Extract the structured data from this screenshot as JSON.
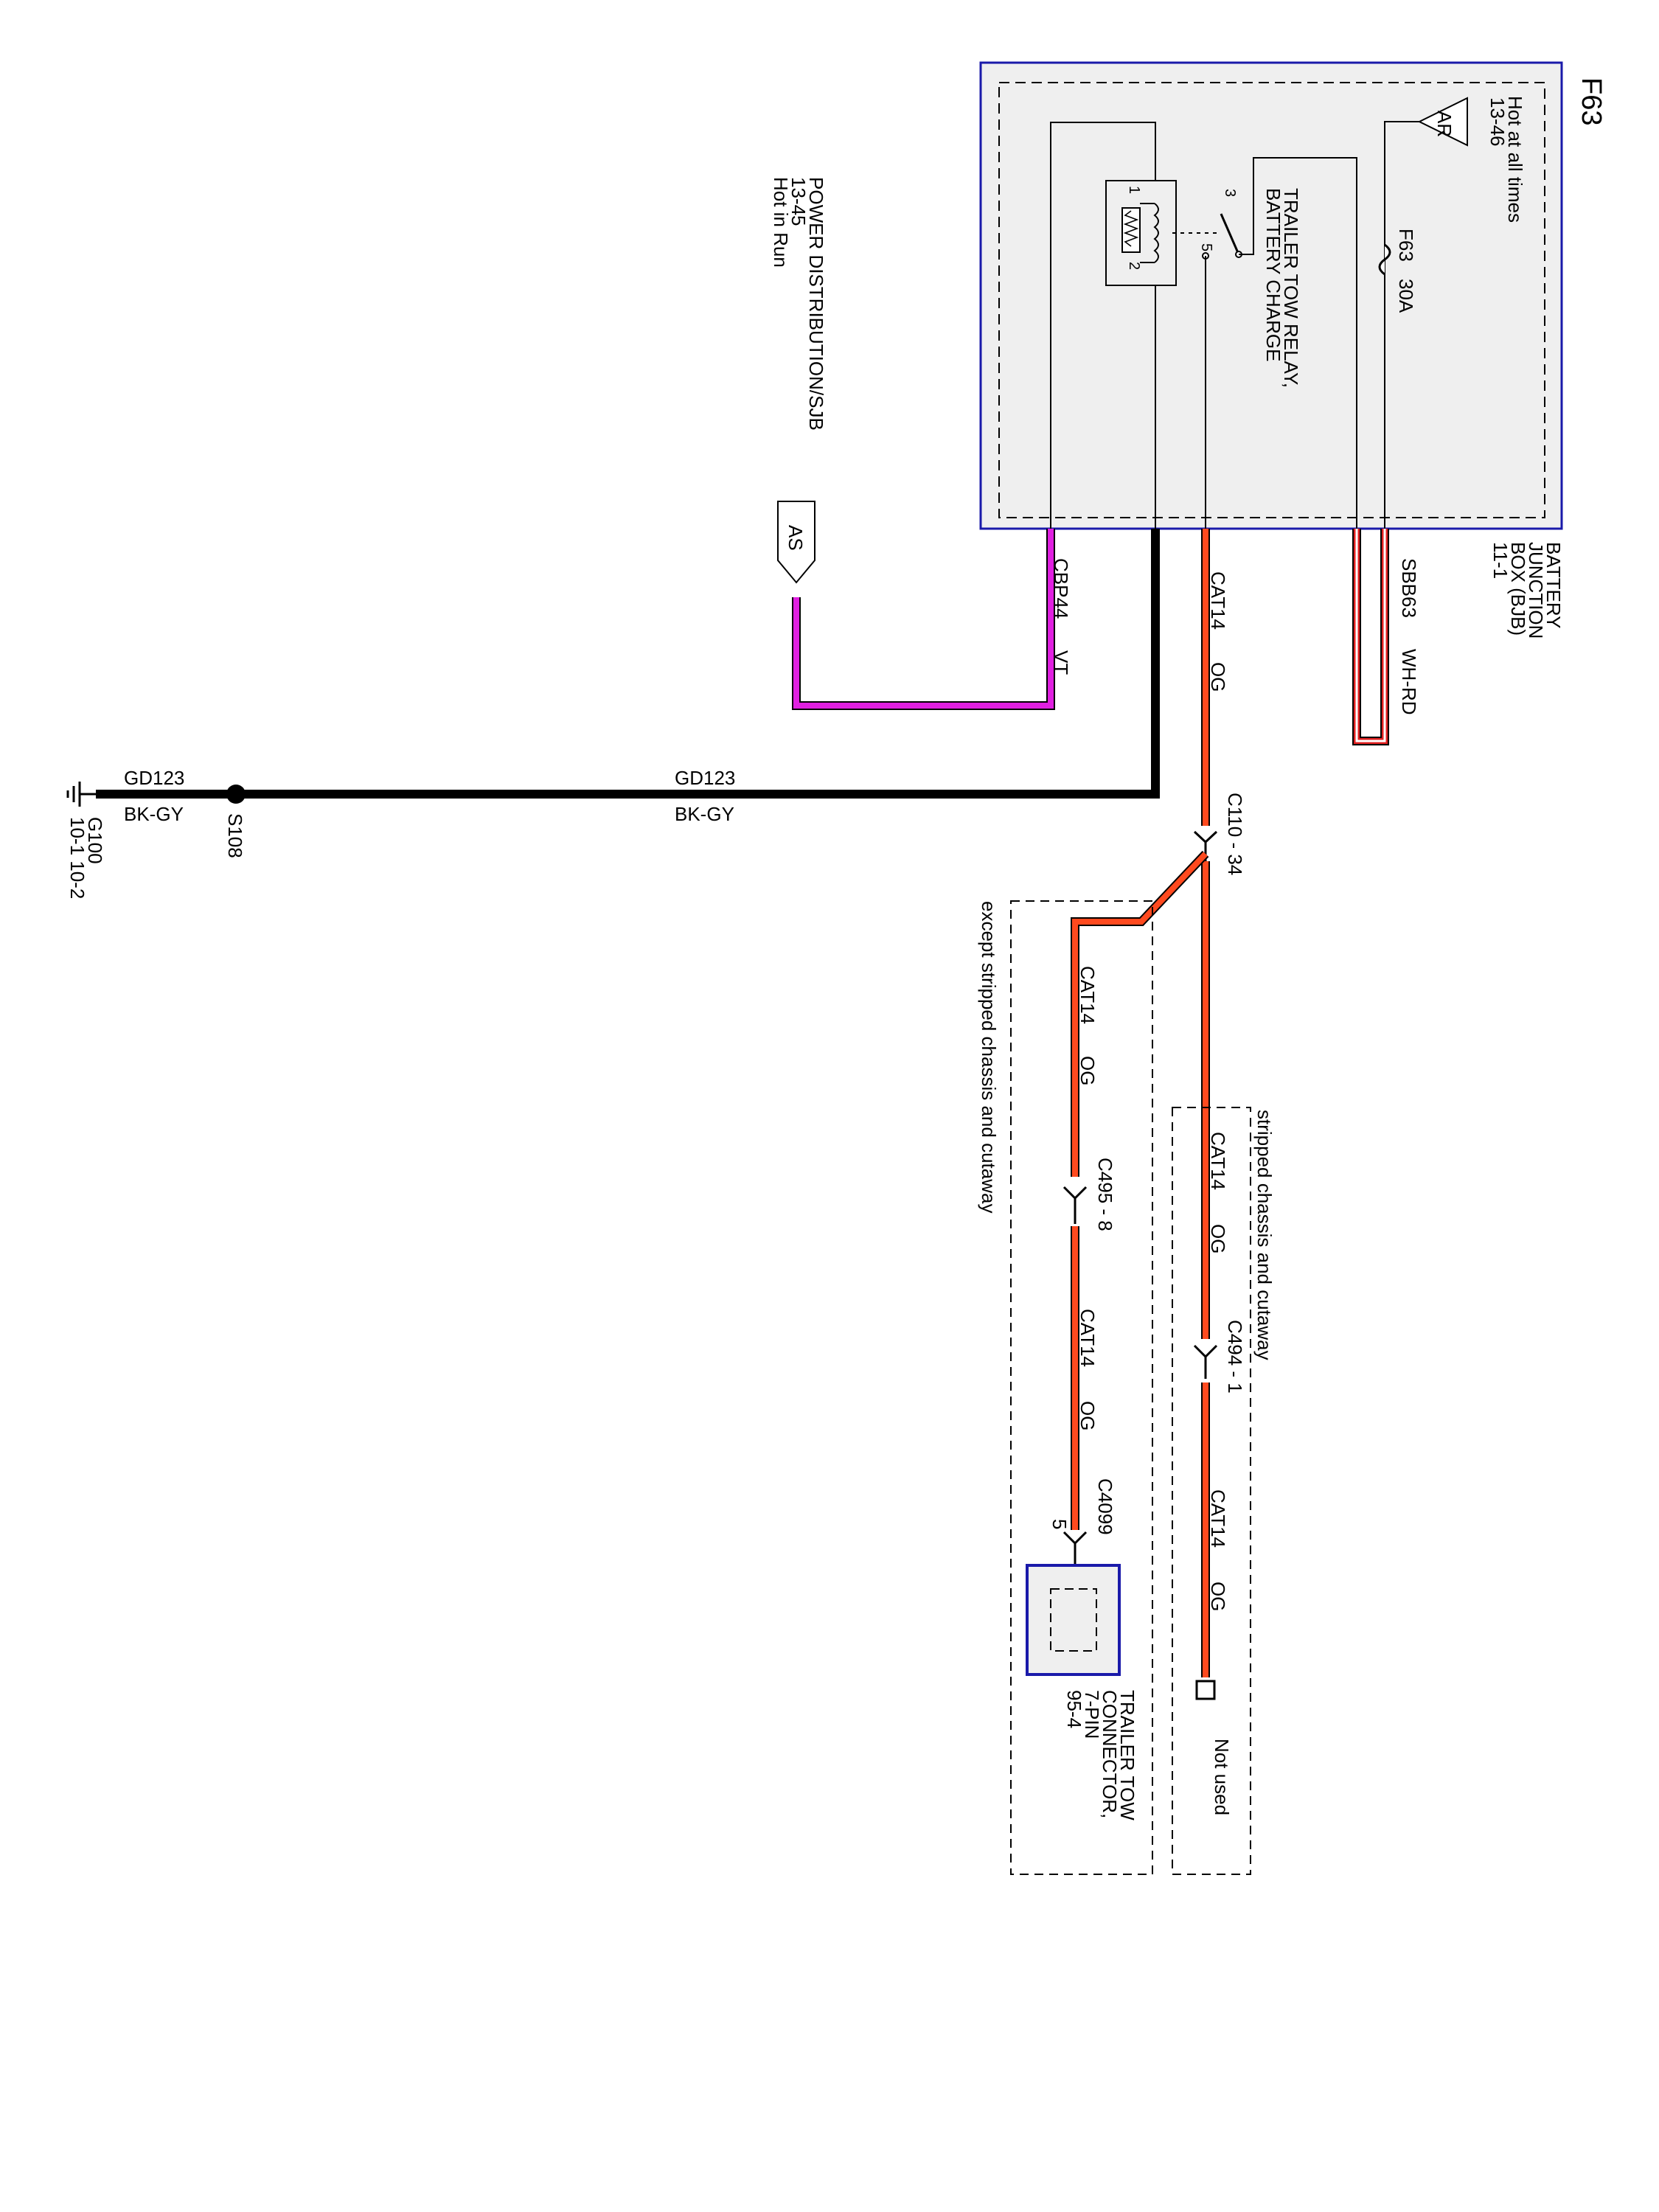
{
  "page_title": "F63",
  "colors": {
    "orange_wire": "#ff4a1f",
    "violet_wire": "#e020e0",
    "black_wire": "#000000",
    "red_wire": "#e02020",
    "box_fill": "#efefef",
    "box_border": "#1a1aaa"
  },
  "bjb": {
    "label_l1": "BATTERY",
    "label_l2": "JUNCTION",
    "label_l3": "BOX (BJB)",
    "ref": "11-1",
    "hot_label": "Hot at all times",
    "hot_ref": "13-46",
    "hot_tag": "AR",
    "fuse_id": "F63",
    "fuse_rating": "30A",
    "relay_l1": "TRAILER TOW RELAY,",
    "relay_l2": "BATTERY CHARGE",
    "relay_pins": [
      "1",
      "2",
      "3",
      "5"
    ]
  },
  "power_dist": {
    "label": "POWER DISTRIBUTION/SJB",
    "ref": "13-45",
    "note": "Hot in Run",
    "tag": "AS"
  },
  "wires": {
    "sbb63": {
      "circuit": "SBB63",
      "color_code": "WH-RD"
    },
    "cbp44": {
      "circuit": "CBP44",
      "color_code": "VT"
    },
    "cat14_main": {
      "circuit": "CAT14",
      "color_code": "OG"
    },
    "cat14_a": {
      "circuit": "CAT14",
      "color_code": "OG"
    },
    "cat14_b": {
      "circuit": "CAT14",
      "color_code": "OG"
    },
    "cat14_c": {
      "circuit": "CAT14",
      "color_code": "OG"
    },
    "cat14_d": {
      "circuit": "CAT14",
      "color_code": "OG"
    },
    "gd123_a": {
      "circuit": "GD123",
      "color_code": "BK-GY"
    },
    "gd123_b": {
      "circuit": "GD123",
      "color_code": "BK-GY"
    }
  },
  "connectors": {
    "c110": "C110 - 34",
    "c494": "C494 - 1",
    "c495": "C495 - 8",
    "c4099": "C4099",
    "c4099_pin": "5"
  },
  "splice": "S108",
  "ground": {
    "id": "G100",
    "refs": "10-1  10-2"
  },
  "options": {
    "stripped": "stripped chassis and cutaway",
    "except": "except stripped chassis and cutaway"
  },
  "not_used": "Not used",
  "trailer_connector": {
    "l1": "TRAILER TOW",
    "l2": "CONNECTOR,",
    "l3": "7-PIN",
    "ref": "95-4"
  }
}
